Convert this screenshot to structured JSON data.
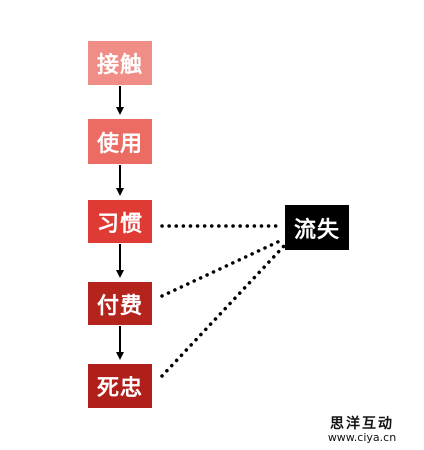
{
  "nodes": {
    "contact": {
      "label": "接触",
      "color": "#f08d86"
    },
    "use": {
      "label": "使用",
      "color": "#ec6b63"
    },
    "habit": {
      "label": "习惯",
      "color": "#e03a34"
    },
    "pay": {
      "label": "付费",
      "color": "#b5231d"
    },
    "loyal": {
      "label": "死忠",
      "color": "#b01f1a"
    },
    "churn": {
      "label": "流失",
      "color": "#000000"
    }
  },
  "watermark": {
    "name": "思洋互动",
    "url": "www.ciya.cn"
  }
}
